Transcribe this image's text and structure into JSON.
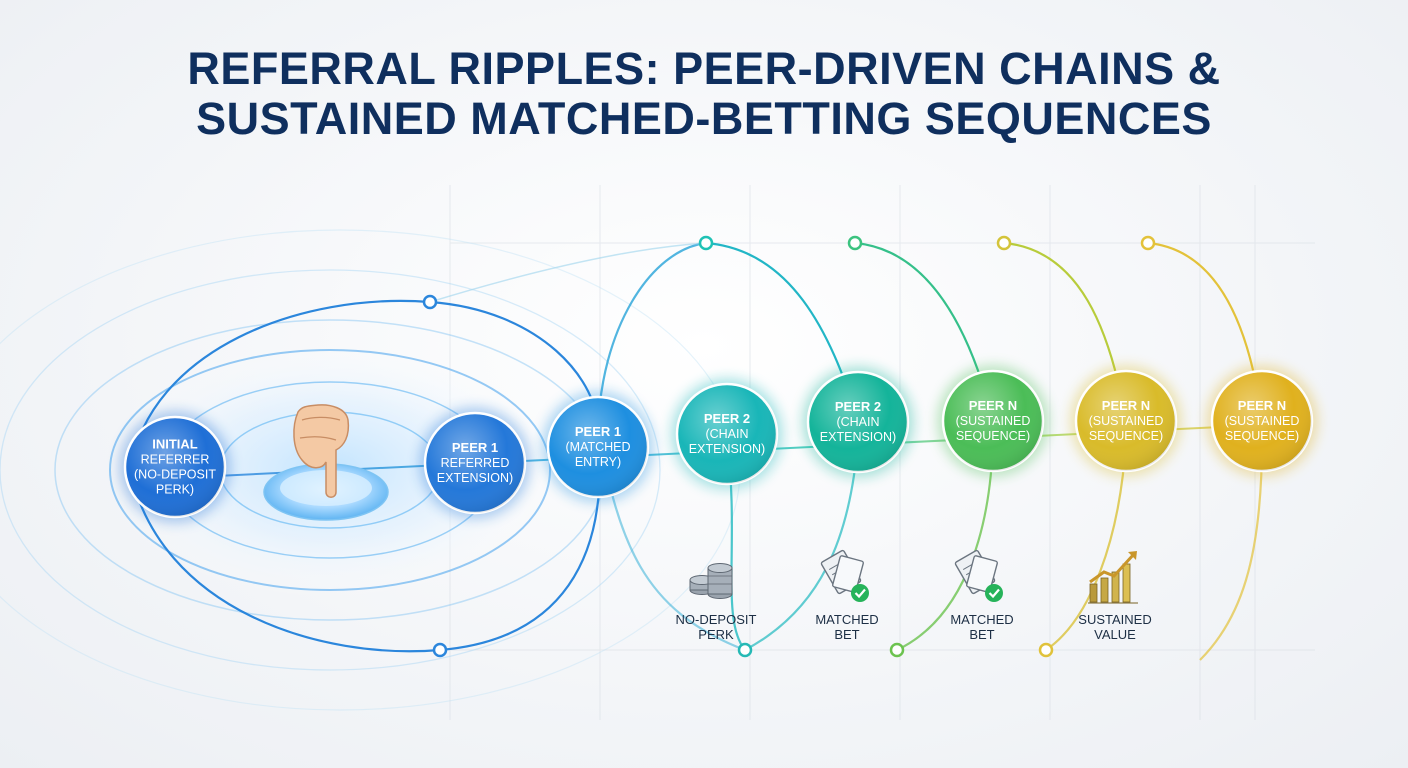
{
  "title": {
    "line1": "REFERRAL RIPPLES: PEER-DRIVEN CHAINS &",
    "line2": "SUSTAINED MATCHED-BETTING SEQUENCES"
  },
  "nodes": [
    {
      "id": "initial-referrer",
      "lines": [
        "INITIAL",
        "REFERRER",
        "(NO-DEPOSIT",
        "PERK)"
      ],
      "color": "#1f6fd6"
    },
    {
      "id": "peer-1-referred",
      "lines": [
        "PEER 1",
        "REFERRED",
        "EXTENSION)"
      ],
      "color": "#2478d9"
    },
    {
      "id": "peer-1-matched",
      "lines": [
        "PEER 1",
        "(MATCHED",
        "ENTRY)"
      ],
      "color": "#1e8fe0"
    },
    {
      "id": "peer-2-chain-a",
      "lines": [
        "PEER 2",
        "(CHAIN",
        "EXTENSION)"
      ],
      "color": "#19b6b8"
    },
    {
      "id": "peer-2-chain-b",
      "lines": [
        "PEER 2",
        "(CHAIN",
        "EXTENSION)"
      ],
      "color": "#14b49a"
    },
    {
      "id": "peer-n-sustained-a",
      "lines": [
        "PEER N",
        "(SUSTAINED",
        "SEQUENCE)"
      ],
      "color": "#4bbd57"
    },
    {
      "id": "peer-n-sustained-b",
      "lines": [
        "PEER N",
        "(SUSTAINED",
        "SEQUENCE)"
      ],
      "color": "#d9bb2a"
    },
    {
      "id": "peer-n-sustained-c",
      "lines": [
        "PEER N",
        "(SUSTAINED",
        "SEQUENCE)"
      ],
      "color": "#e0b11e"
    }
  ],
  "captions": [
    {
      "id": "no-deposit-perk",
      "lines": [
        "NO-DEPOSIT",
        "PERK"
      ],
      "icon": "coin-stack-icon"
    },
    {
      "id": "matched-bet-a",
      "lines": [
        "MATCHED",
        "BET"
      ],
      "icon": "bet-slip-check-icon"
    },
    {
      "id": "matched-bet-b",
      "lines": [
        "MATCHED",
        "BET"
      ],
      "icon": "bet-slip-check-icon"
    },
    {
      "id": "sustained-value",
      "lines": [
        "SUSTAINED",
        "VALUE"
      ],
      "icon": "growth-chart-icon"
    }
  ],
  "colors": {
    "title": "#0f2f5e",
    "blue": "#1f7fe0",
    "teal": "#1cc0b0",
    "green": "#6ccc4a",
    "gold": "#e8c232"
  }
}
